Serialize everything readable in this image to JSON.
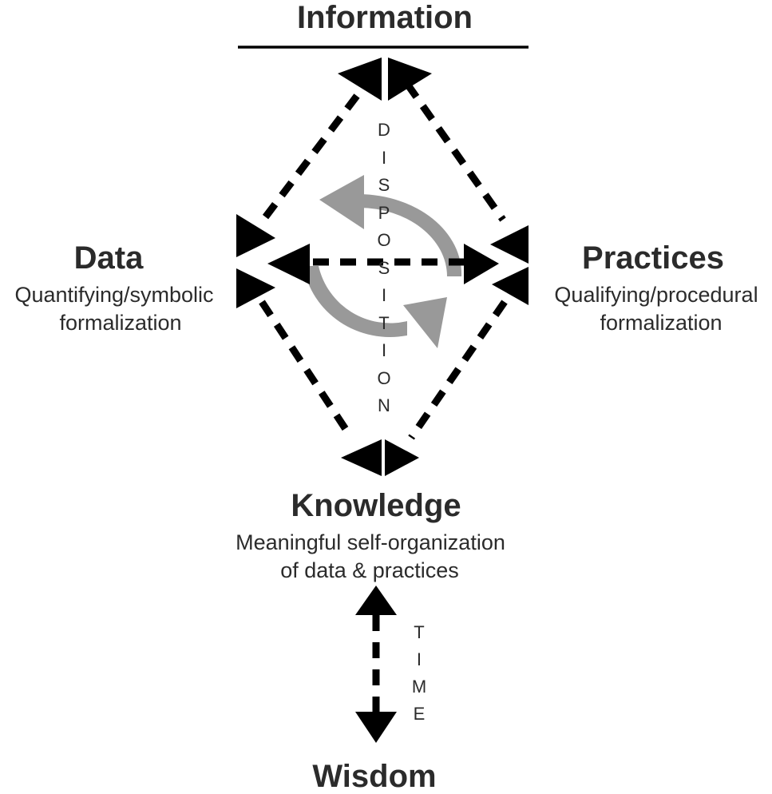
{
  "nodes": {
    "information": {
      "title": "Information"
    },
    "data": {
      "title": "Data",
      "subtitle_line1": "Quantifying/symbolic",
      "subtitle_line2": "formalization"
    },
    "practices": {
      "title": "Practices",
      "subtitle_line1": "Qualifying/procedural",
      "subtitle_line2": "formalization"
    },
    "knowledge": {
      "title": "Knowledge",
      "subtitle_line1": "Meaningful self-organization",
      "subtitle_line2": "of data & practices"
    },
    "wisdom": {
      "title": "Wisdom"
    }
  },
  "disposition_letters": [
    "D",
    "I",
    "S",
    "P",
    "O",
    "S",
    "I",
    "T",
    "I",
    "O",
    "N"
  ],
  "time_letters": [
    "T",
    "I",
    "M",
    "E"
  ],
  "colors": {
    "text": "#2b2b2b",
    "arrow": "#000000",
    "cycle": "#999999"
  }
}
